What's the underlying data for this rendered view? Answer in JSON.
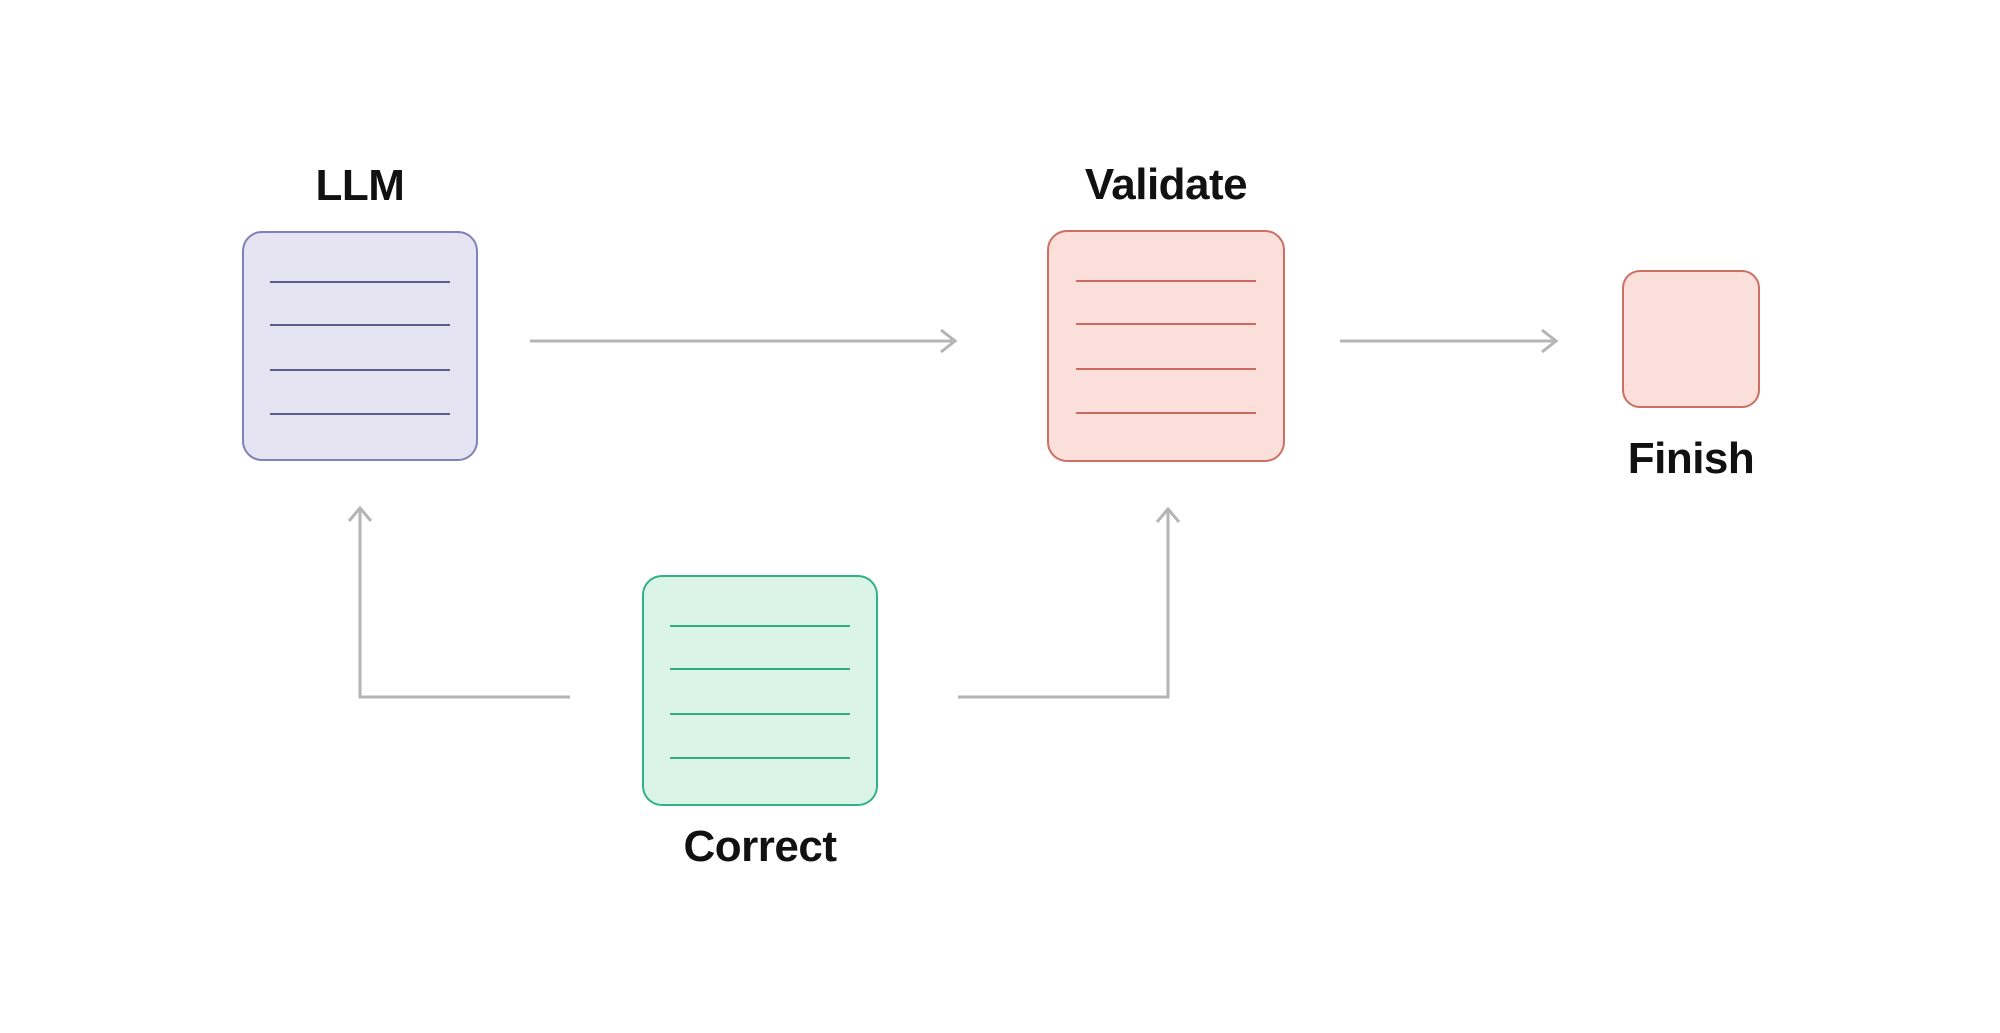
{
  "diagram": {
    "background": "#FFFFFF",
    "arrow_color": "#B4B4B4",
    "label_color": "#111111",
    "nodes": [
      {
        "id": "llm",
        "label": "LLM",
        "shape": "note",
        "fill": "#E6E3F2",
        "border": "#8280B8",
        "line_color": "#5F5D90",
        "lines": 4,
        "label_position": "top"
      },
      {
        "id": "validate",
        "label": "Validate",
        "shape": "note",
        "fill": "#FADFDA",
        "border": "#CD6F63",
        "line_color": "#CB6A5E",
        "lines": 4,
        "label_position": "top"
      },
      {
        "id": "correct",
        "label": "Correct",
        "shape": "note",
        "fill": "#DCF3E9",
        "border": "#2FB385",
        "line_color": "#2EAE7E",
        "lines": 4,
        "label_position": "bottom"
      },
      {
        "id": "finish",
        "label": "Finish",
        "shape": "square",
        "fill": "#FADFDA",
        "border": "#CD6F63",
        "line_color": "#CB6A5E",
        "lines": 0,
        "label_position": "bottom"
      }
    ],
    "edges": [
      {
        "from": "llm",
        "to": "validate",
        "style": "straight"
      },
      {
        "from": "validate",
        "to": "finish",
        "style": "straight"
      },
      {
        "from": "correct",
        "to": "llm",
        "style": "elbow"
      },
      {
        "from": "correct",
        "to": "validate",
        "style": "elbow"
      }
    ]
  }
}
